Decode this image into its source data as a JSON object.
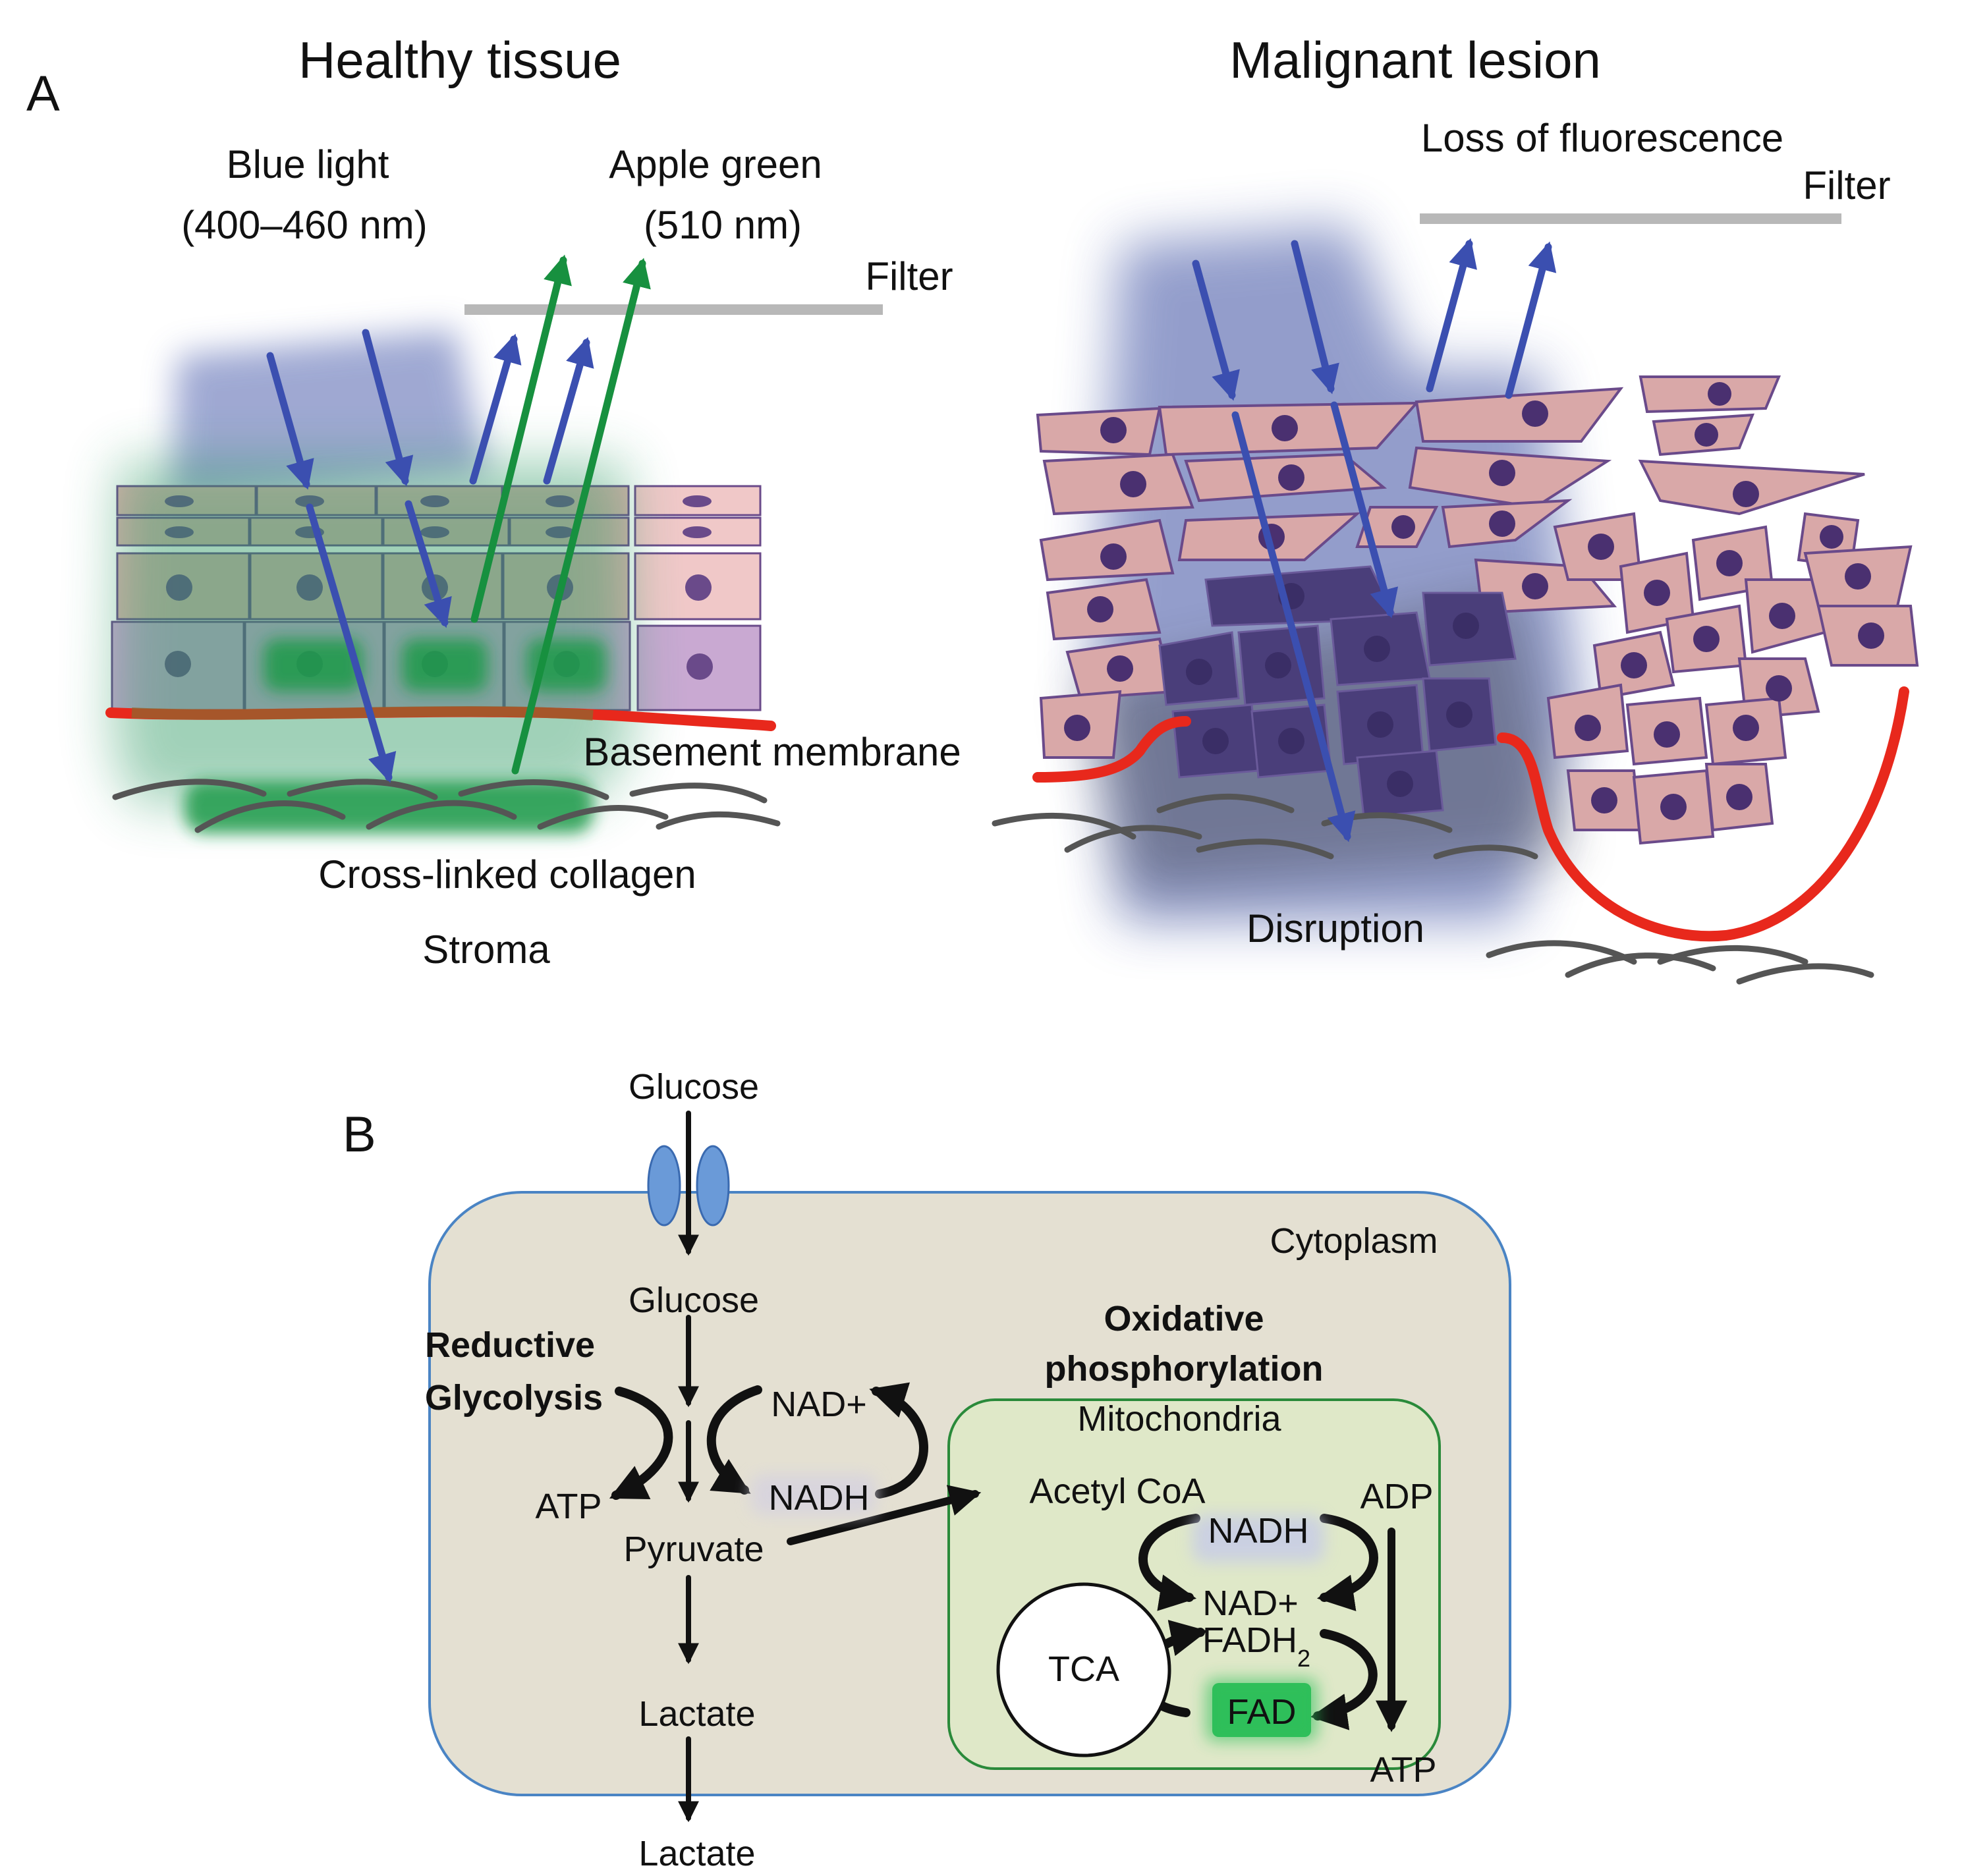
{
  "panel_a": {
    "panel_label": "A",
    "healthy": {
      "title": "Healthy tissue",
      "excitation_label": "Blue light",
      "excitation_range": "(400–460 nm)",
      "emission_label": "Apple green",
      "emission_range": "(510 nm)",
      "filter_label": "Filter",
      "basement_label": "Basement membrane",
      "collagen_label": "Cross-linked collagen",
      "stroma_label": "Stroma"
    },
    "malignant": {
      "title": "Malignant lesion",
      "loss_label": "Loss of fluorescence",
      "filter_label": "Filter",
      "disruption_label": "Disruption"
    }
  },
  "panel_b": {
    "panel_label": "B",
    "glucose_outside": "Glucose",
    "cytoplasm_label": "Cytoplasm",
    "glucose_inside": "Glucose",
    "glycolysis_label_1": "Reductive",
    "glycolysis_label_2": "Glycolysis",
    "oxphos_label_1": "Oxidative",
    "oxphos_label_2": "phosphorylation",
    "mito_label": "Mitochondria",
    "nad_plus_glyc": "NAD+",
    "nadh_glyc": "NADH",
    "atp_glyc": "ATP",
    "pyruvate": "Pyruvate",
    "acetyl_coa": "Acetyl CoA",
    "adp": "ADP",
    "nadh_mito": "NADH",
    "nad_plus_mito": "NAD+",
    "fadh2_base": "FADH",
    "fadh2_sub": "2",
    "fad": "FAD",
    "tca": "TCA",
    "atp_mito": "ATP",
    "lactate_inside": "Lactate",
    "lactate_outside": "Lactate"
  },
  "colors": {
    "blue_light": "#3b4fb0",
    "green_emission": "#17903f",
    "basement_membrane": "#e8281c",
    "cytoplasm_fill": "#e4e0d2",
    "mitochondria_fill": "#dfe8c8"
  }
}
